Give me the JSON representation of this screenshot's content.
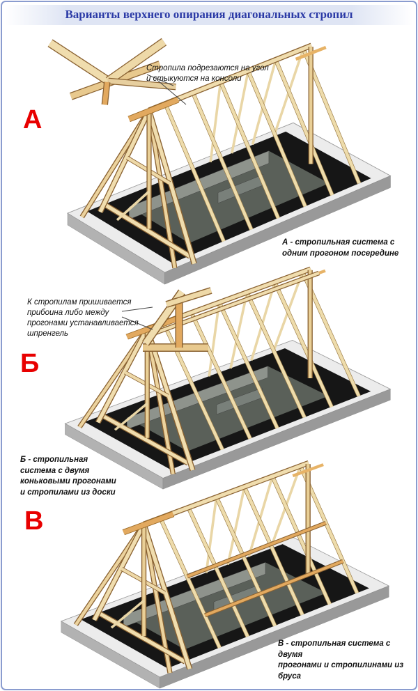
{
  "title": "Варианты верхнего опирания диагональных стропил",
  "colors": {
    "frame_border": "#8a9ccf",
    "title_text": "#2b3aa6",
    "section_letter_red": "#e80000",
    "wood_light": "#f0ddae",
    "wood_accent": "#e2a95f",
    "roof_deck_black": "#161616",
    "wall_gray": "#9a9a9a"
  },
  "sections": {
    "a": {
      "letter": "А",
      "annotation": "Стропила подрезаются на угол\nи стыкуются на консоли",
      "caption": "А - стропильная система с\nодним прогоном посередине"
    },
    "b": {
      "letter": "Б",
      "annotation": "К стропилам пришивается\nприбоина либо между\nпрогонами устанавливается\nшпренгель",
      "caption": "Б - стропильная\nсистема с двумя\nконьковыми прогонами\nи стропилами из доски"
    },
    "v": {
      "letter": "В",
      "caption": "В - стропильная система с двумя\nпрогонами и стропилинами из\nбруса"
    }
  }
}
